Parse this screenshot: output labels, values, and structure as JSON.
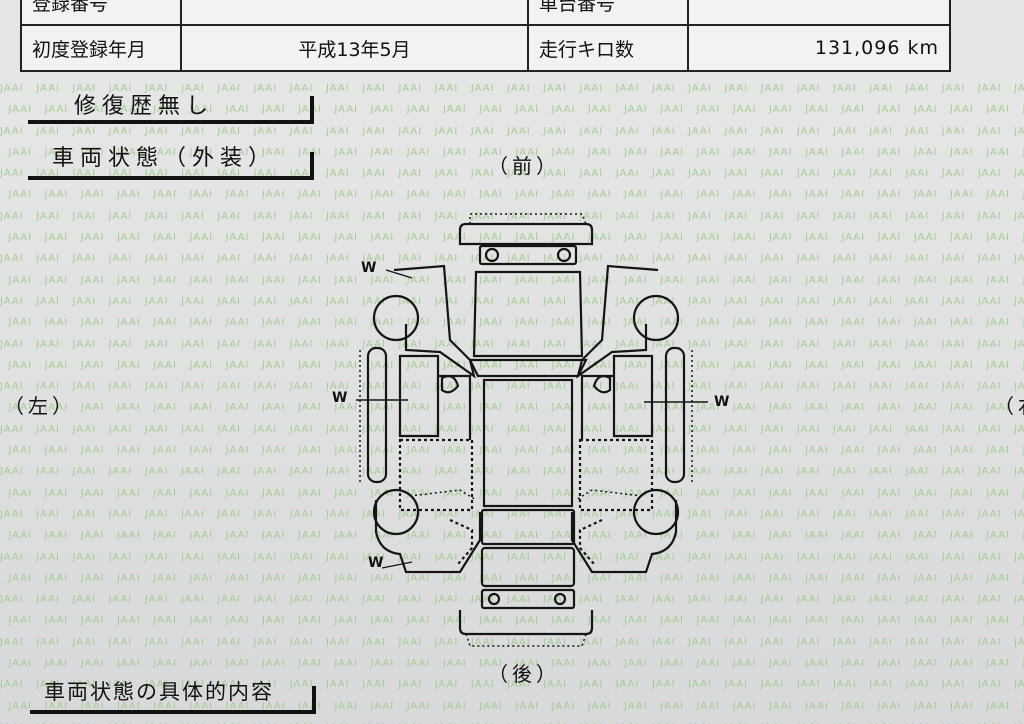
{
  "header_table": {
    "rows": [
      {
        "label1": "登録番号",
        "value1": "",
        "label2": "車台番号",
        "value2": ""
      },
      {
        "label1": "初度登録年月",
        "value1": "平成13年5月",
        "label2": "走行キロ数",
        "value2": "131,096 km"
      }
    ]
  },
  "headings": {
    "repair_history": "修復歴無し",
    "exterior_condition": "車両状態（外装）",
    "condition_details": "車両状態の具体的内容"
  },
  "directions": {
    "front": "（前）",
    "rear": "（後）",
    "left": "（左）",
    "right": "（右"
  },
  "damage_marks": {
    "mark": "W",
    "labels": [
      "W",
      "W",
      "W",
      "W"
    ]
  },
  "watermark_text": "JAAI",
  "colors": {
    "paper": "#e4e5e4",
    "ink": "#111111",
    "watermark": "#9fc88a"
  }
}
